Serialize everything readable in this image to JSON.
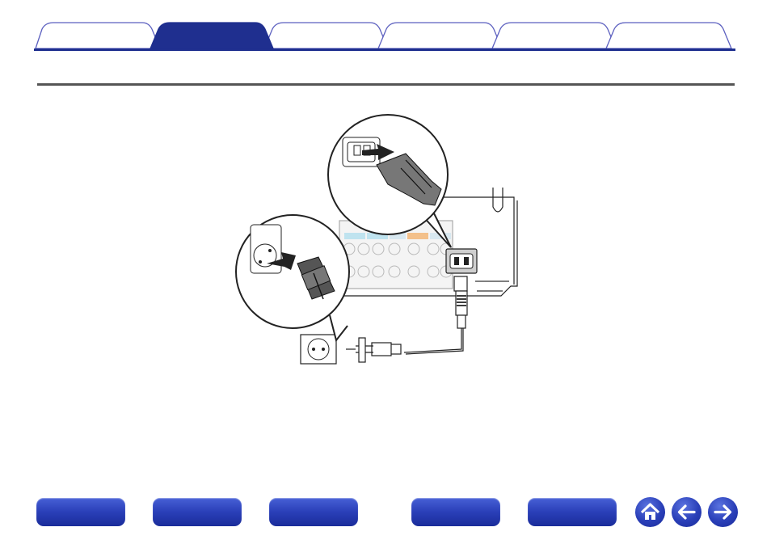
{
  "tabs": [
    {
      "id": "contents",
      "label": "",
      "active": false
    },
    {
      "id": "connections",
      "label": "",
      "active": true
    },
    {
      "id": "playback",
      "label": "",
      "active": false
    },
    {
      "id": "settings",
      "label": "",
      "active": false
    },
    {
      "id": "tips",
      "label": "",
      "active": false
    },
    {
      "id": "appendix",
      "label": "",
      "active": false
    }
  ],
  "colors": {
    "tab_active": "#1f2f8f",
    "tab_border": "#5b5fbf",
    "header_rule": "#1f2f8f",
    "button_blue": "#2a3fb8"
  },
  "illustration": {
    "icons": [
      "wall-outlet-icon",
      "power-plug-icon",
      "ac-inlet-icon",
      "power-cord-icon"
    ]
  },
  "footer": {
    "buttons": [
      {
        "name": "front-panel",
        "label": ""
      },
      {
        "name": "display",
        "label": ""
      },
      {
        "name": "rear-panel",
        "label": ""
      },
      {
        "name": "remote",
        "label": ""
      },
      {
        "name": "index",
        "label": ""
      }
    ],
    "nav_icons": [
      "home-icon",
      "back-arrow-icon",
      "forward-arrow-icon"
    ]
  }
}
